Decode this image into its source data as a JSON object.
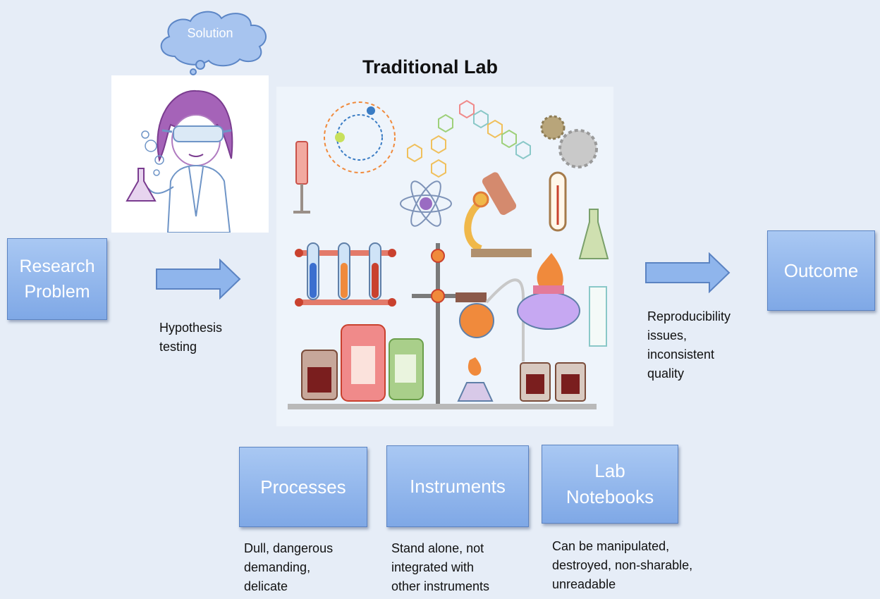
{
  "thought_bubble": {
    "label": "Solution"
  },
  "title": "Traditional Lab",
  "left_box": {
    "label": "Research\nProblem"
  },
  "left_arrow_caption": "Hypothesis\ntesting",
  "right_box": {
    "label": "Outcome"
  },
  "right_arrow_caption": "Reproducibility\nissues,\ninconsistent\nquality",
  "bottom_boxes": [
    {
      "label": "Processes",
      "caption": "Dull, dangerous\ndemanding,\ndelicate"
    },
    {
      "label": "Instruments",
      "caption": "Stand alone, not\nintegrated with\nother instruments"
    },
    {
      "label": "Lab\nNotebooks",
      "caption": "Can be manipulated,\ndestroyed, non-sharable,\nunreadable"
    }
  ],
  "colors": {
    "box_fill_top": "#a9c8f3",
    "box_fill_bottom": "#7fa8e6",
    "arrow_fill": "#8fb5ec",
    "background": "#e6edf7"
  },
  "icons": [
    "thought-cloud-icon",
    "scientist-icon",
    "lab-equipment-illustration",
    "right-arrow-icon"
  ]
}
